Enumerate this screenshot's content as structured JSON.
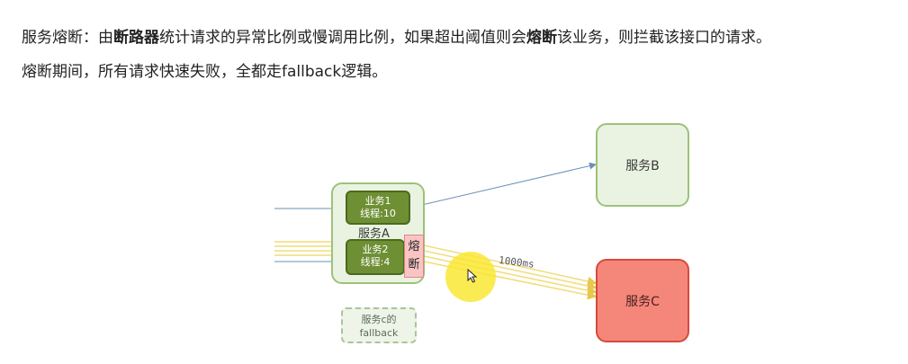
{
  "text": {
    "line1_prefix": "服务熔断：由",
    "line1_bold1": "断路器",
    "line1_mid": "统计请求的异常比例或慢调用比例，如果超出阈值则会",
    "line1_bold2": "熔断",
    "line1_suffix": "该业务，则拦截该接口的请求。",
    "line2": "熔断期间，所有请求快速失败，全都走fallback逻辑。"
  },
  "diagram": {
    "service_a": "服务A",
    "service_b": "服务B",
    "service_c": "服务C",
    "biz1_name": "业务1",
    "biz1_threads": "线程:10",
    "biz2_name": "业务2",
    "biz2_threads": "线程:4",
    "breaker_line1": "熔",
    "breaker_line2": "断",
    "fallback_line1": "服务c的",
    "fallback_line2": "fallback",
    "latency": "1000ms"
  },
  "colors": {
    "green_fill": "#eaf3e1",
    "green_border": "#9cc27a",
    "biz_fill": "#6e8f34",
    "service_c_fill": "#f4877a",
    "arrow_blue": "#6a8fb5",
    "arrow_yellow": "#f2dc7a",
    "cursor_highlight": "#fae628"
  },
  "icons": {
    "cursor": "mouse-pointer-icon"
  }
}
